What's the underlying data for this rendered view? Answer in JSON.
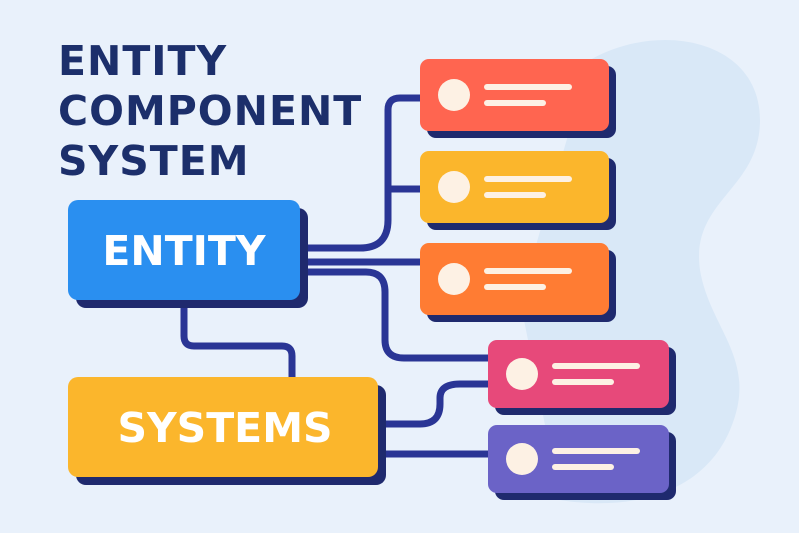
{
  "title": {
    "line1": "ENTITY",
    "line2": "COMPONENT",
    "line3": "SYSTEM"
  },
  "entity_box": {
    "label": "ENTITY",
    "color": "#2a8ff0"
  },
  "systems_box": {
    "label": "SYSTEMS",
    "color": "#fbb62c"
  },
  "components": [
    {
      "name": "component-red",
      "color": "#ff6550"
    },
    {
      "name": "component-yellow",
      "color": "#fbb62c"
    },
    {
      "name": "component-orange",
      "color": "#ff7c33"
    },
    {
      "name": "component-pink",
      "color": "#e7497a"
    },
    {
      "name": "component-purple",
      "color": "#6b63c7"
    }
  ],
  "colors": {
    "background": "#e9f1fb",
    "connector": "#2a3595",
    "shadow": "#1f2a6e",
    "title": "#1c2f6b",
    "blob": "#d9e8f7"
  }
}
